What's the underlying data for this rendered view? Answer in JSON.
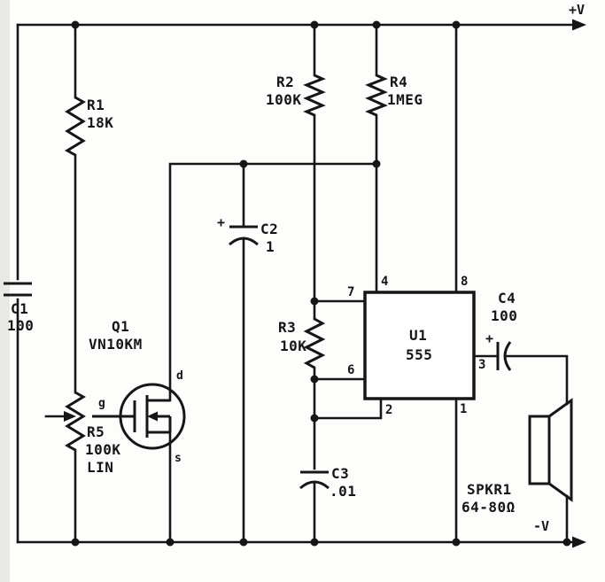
{
  "power": {
    "vplus": "+V",
    "vminus": "-V"
  },
  "components": {
    "r1": {
      "ref": "R1",
      "value": "18K"
    },
    "r2": {
      "ref": "R2",
      "value": "100K"
    },
    "r3": {
      "ref": "R3",
      "value": "10K"
    },
    "r4": {
      "ref": "R4",
      "value": "1MEG"
    },
    "r5": {
      "ref": "R5",
      "value": "100K",
      "taper": "LIN"
    },
    "c1": {
      "ref": "C1",
      "value": "100"
    },
    "c2": {
      "ref": "C2",
      "value": "1",
      "polarity": "+"
    },
    "c3": {
      "ref": "C3",
      "value": ".01"
    },
    "c4": {
      "ref": "C4",
      "value": "100",
      "polarity": "+"
    },
    "q1": {
      "ref": "Q1",
      "part": "VN10KM",
      "pin_d": "d",
      "pin_g": "g",
      "pin_s": "s"
    },
    "u1": {
      "ref": "U1",
      "part": "555",
      "pin1": "1",
      "pin2": "2",
      "pin3": "3",
      "pin4": "4",
      "pin6": "6",
      "pin7": "7",
      "pin8": "8"
    },
    "spkr1": {
      "ref": "SPKR1",
      "value": "64-80Ω"
    }
  }
}
